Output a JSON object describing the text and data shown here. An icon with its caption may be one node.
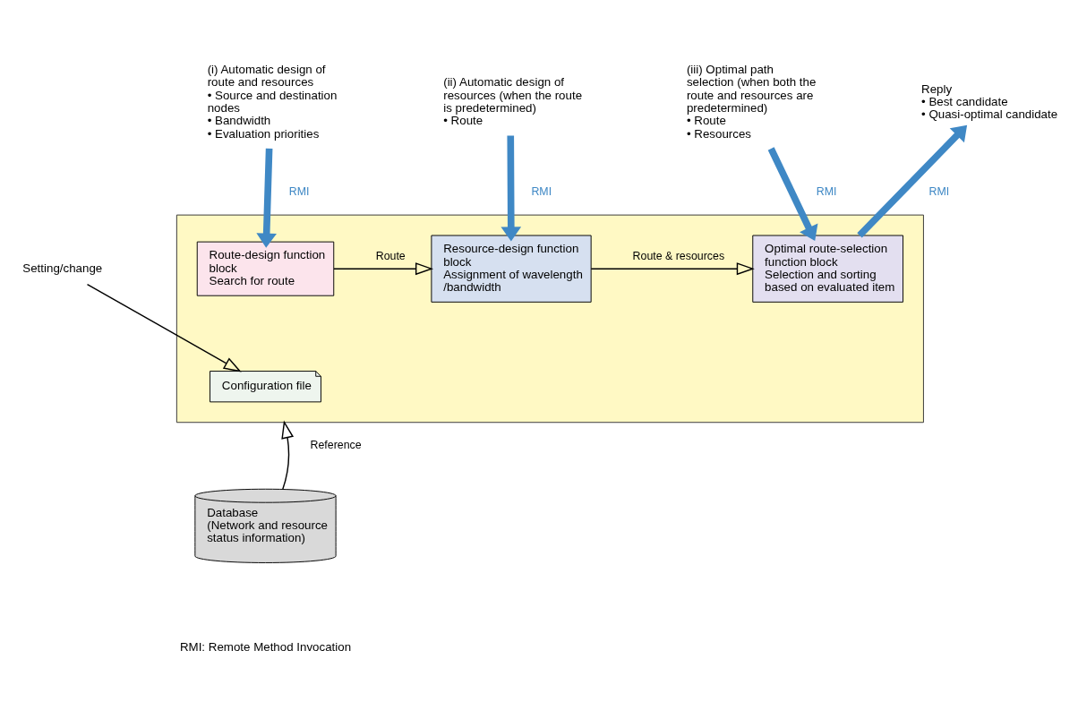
{
  "diagram": {
    "nodes": [
      {
        "text": [],
        "shape": "box"
      },
      {
        "text": [
          "Route-design function block",
          "Search for route"
        ],
        "in": 0
      },
      {
        "text": [
          "Resource-design function block",
          "Assignment of wavelength /bandwidth"
        ],
        "in": 0
      },
      {
        "text": [
          "Optimal route-selection function block",
          "Selection and sorting based on evaluated item"
        ],
        "in": 0
      },
      {
        "text": [
          "Configuration file"
        ],
        "in": 0
      },
      {
        "text": [
          "(i) Automatic design of route and resources",
          "• Source and destination nodes",
          "• Bandwidth",
          "• Evaluation priorities"
        ]
      },
      {
        "text": [
          "(ii) Automatic design of resources (when the route is predetermined)",
          "• Route"
        ]
      },
      {
        "text": [
          "(iii) Optimal path selection (when both the route and resources are predetermined)",
          "• Route",
          "• Resources"
        ]
      },
      {
        "text": [
          "Reply",
          "• Best candidate",
          "• Quasi-optimal candidate"
        ]
      },
      {
        "text": [
          "Setting/change"
        ]
      },
      {
        "text": [
          "Database",
          "(Network and resource status information)"
        ]
      }
    ],
    "edges": [
      {
        "from": 5,
        "to": 1,
        "arrow": "to",
        "label": "RMI",
        "style": "thick",
        "color": "#3f88c5"
      },
      {
        "from": 6,
        "to": 2,
        "arrow": "to",
        "label": "RMI",
        "style": "thick",
        "color": "#3f88c5"
      },
      {
        "from": 7,
        "to": 3,
        "arrow": "to",
        "label": "RMI",
        "style": "thick",
        "color": "#3f88c5"
      },
      {
        "from": 3,
        "to": 8,
        "arrow": "to",
        "label": "RMI",
        "style": "thick",
        "color": "#3f88c5"
      },
      {
        "from": 1,
        "to": 2,
        "arrow": "to",
        "label": "Route",
        "color": "#000000"
      },
      {
        "from": 2,
        "to": 3,
        "arrow": "to",
        "label": "Route & resources",
        "color": "#000000"
      },
      {
        "from": 9,
        "to": 4,
        "arrow": "to",
        "color": "#000000"
      },
      {
        "from": 10,
        "to": 0,
        "arrow": "to",
        "label": "Reference",
        "color": "#000000"
      }
    ],
    "labels": [
      "RMI: Remote Method Invocation"
    ]
  }
}
